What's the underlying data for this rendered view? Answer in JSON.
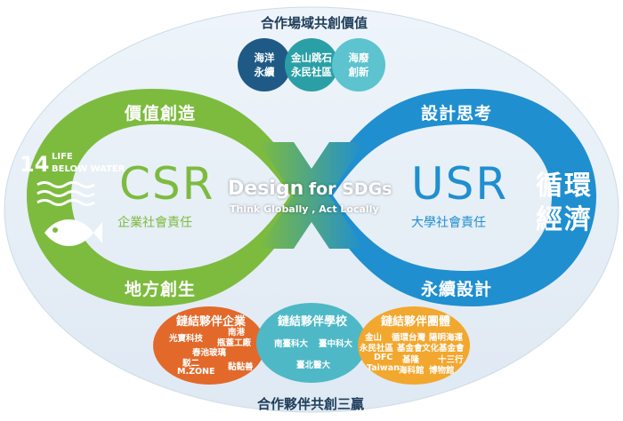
{
  "top_title": "合作場域共創價值",
  "bottom_title": "合作夥伴共創三贏",
  "top_bubbles": [
    {
      "line1": "海洋",
      "line2": "永續",
      "color": "#1f5a86"
    },
    {
      "line1": "金山跳石",
      "line2": "永民社區",
      "color": "#2aa0a6"
    },
    {
      "line1": "海廢",
      "line2": "創新",
      "color": "#5cc3cf"
    }
  ],
  "left_loop": {
    "top_label": "價值創造",
    "bottom_label": "地方創生",
    "acronym": "CSR",
    "subtitle": "企業社會責任",
    "color": "#7dbb3f"
  },
  "right_loop": {
    "top_label": "設計思考",
    "bottom_label": "永續設計",
    "acronym": "USR",
    "subtitle": "大學社會責任",
    "color": "#1f8fd0"
  },
  "center": {
    "title_part1": "Design",
    "title_part2": "for SDGs",
    "subtitle": "Think Globally , Act Locally"
  },
  "sdg_badge": {
    "number": "14",
    "line1": "LIFE",
    "line2": "BELOW WATER",
    "icon": "fish-icon"
  },
  "circular_economy": {
    "line1": "循環",
    "line2": "經濟"
  },
  "partners": {
    "enterprises": {
      "title": "鏈結夥伴企業",
      "items": [
        "光寶科技",
        "南港",
        "瓶蓋工廠",
        "春池玻璃",
        "駁二",
        "M.ZONE",
        "黏黏善"
      ],
      "color": "#e2692a"
    },
    "schools": {
      "title": "鏈結夥伴學校",
      "items": [
        "南臺科大",
        "臺中科大",
        "臺北醫大"
      ],
      "color": "#4fb8c6"
    },
    "organizations": {
      "title": "鏈結夥伴團體",
      "items": [
        "金山",
        "循環台灣",
        "陽明海運",
        "永民社區",
        "基金會",
        "文化基金會",
        "DFC",
        "基隆",
        "十三行",
        "Taiwan",
        "海科館",
        "博物館"
      ],
      "color": "#f2a72f"
    }
  }
}
